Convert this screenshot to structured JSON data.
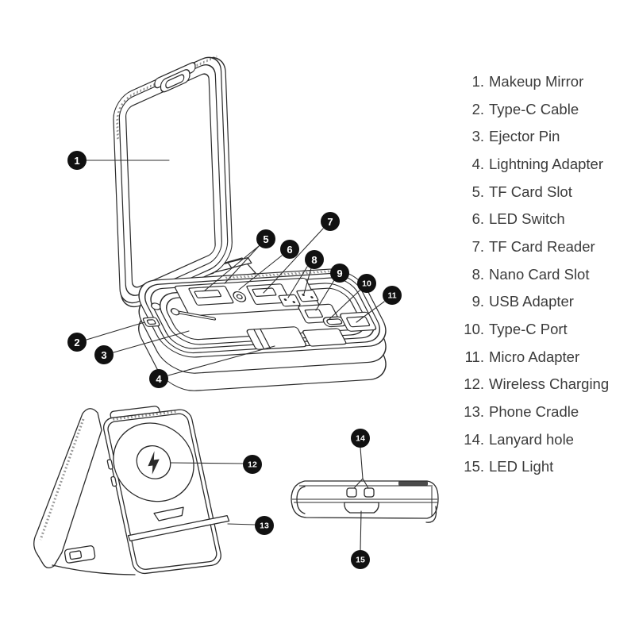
{
  "colors": {
    "background": "#ffffff",
    "line_art": "#2b2b2b",
    "legend_text": "#3b3b3b",
    "marker_fill": "#111111",
    "marker_text": "#ffffff"
  },
  "legend": {
    "items": [
      {
        "num": "1.",
        "label": "Makeup Mirror"
      },
      {
        "num": "2.",
        "label": "Type-C Cable"
      },
      {
        "num": "3.",
        "label": "Ejector Pin"
      },
      {
        "num": "4.",
        "label": "Lightning Adapter"
      },
      {
        "num": "5.",
        "label": "TF Card Slot"
      },
      {
        "num": "6.",
        "label": "LED Switch"
      },
      {
        "num": "7.",
        "label": "TF Card Reader"
      },
      {
        "num": "8.",
        "label": "Nano Card Slot"
      },
      {
        "num": "9.",
        "label": "USB Adapter"
      },
      {
        "num": "10.",
        "label": "Type-C Port"
      },
      {
        "num": "11.",
        "label": "Micro Adapter"
      },
      {
        "num": "12.",
        "label": "Wireless Charging"
      },
      {
        "num": "13.",
        "label": "Phone Cradle"
      },
      {
        "num": "14.",
        "label": "Lanyard hole"
      },
      {
        "num": "15.",
        "label": "LED Light"
      }
    ]
  },
  "markers": [
    {
      "label": "1"
    },
    {
      "label": "2"
    },
    {
      "label": "3"
    },
    {
      "label": "4"
    },
    {
      "label": "5"
    },
    {
      "label": "6"
    },
    {
      "label": "7"
    },
    {
      "label": "8"
    },
    {
      "label": "9"
    },
    {
      "label": "10"
    },
    {
      "label": "11"
    },
    {
      "label": "12"
    },
    {
      "label": "13"
    },
    {
      "label": "14"
    },
    {
      "label": "15"
    }
  ],
  "icons": {
    "lightning_bolt": "wireless-charging-bolt"
  }
}
